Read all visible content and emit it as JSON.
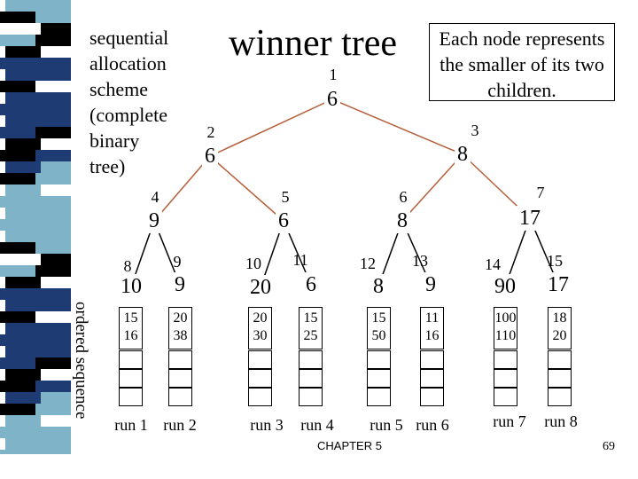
{
  "title": "winner tree",
  "sequential_lines": [
    "sequential",
    "allocation",
    "scheme",
    "(complete",
    "binary",
    "tree)"
  ],
  "note_lines": [
    "Each node represents",
    "the smaller of its two",
    "children."
  ],
  "ordered_label": "ordered sequence",
  "colors": {
    "edge": "#b5603a",
    "stripe_light": "#7fb3c8",
    "stripe_dark": "#1f3b73",
    "stripe_black": "#000000",
    "stripe_white": "#ffffff"
  },
  "tree": {
    "internal": [
      {
        "index": "1",
        "value": "6"
      },
      {
        "index": "2",
        "value": "6"
      },
      {
        "index": "3",
        "value": "8"
      },
      {
        "index": "4",
        "value": "9"
      },
      {
        "index": "5",
        "value": "6"
      },
      {
        "index": "6",
        "value": "8"
      },
      {
        "index": "7",
        "value": "17"
      }
    ],
    "leaves": [
      {
        "index": "8",
        "value": "10"
      },
      {
        "index": "9",
        "value": "9"
      },
      {
        "index": "10",
        "value": "20"
      },
      {
        "index": "11",
        "value": "6"
      },
      {
        "index": "12",
        "value": "8"
      },
      {
        "index": "13",
        "value": "9"
      },
      {
        "index": "14",
        "value": "90"
      },
      {
        "index": "15",
        "value": "17"
      }
    ]
  },
  "runs": [
    {
      "label": "run 1",
      "values": [
        "15",
        "16"
      ]
    },
    {
      "label": "run 2",
      "values": [
        "20",
        "38"
      ]
    },
    {
      "label": "run 3",
      "values": [
        "20",
        "30"
      ]
    },
    {
      "label": "run 4",
      "values": [
        "15",
        "25"
      ]
    },
    {
      "label": "run 5",
      "values": [
        "15",
        "50"
      ]
    },
    {
      "label": "run 6",
      "values": [
        "11",
        "16"
      ]
    },
    {
      "label": "run 7",
      "values": [
        "100",
        "110"
      ]
    },
    {
      "label": "run 8",
      "values": [
        "18",
        "20"
      ]
    }
  ],
  "footer": {
    "chapter": "CHAPTER 5",
    "page": "69"
  }
}
